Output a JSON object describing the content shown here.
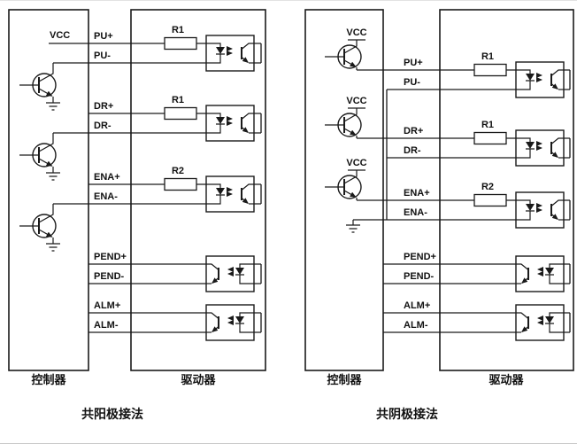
{
  "page": {
    "background": "#ffffff",
    "line_color": "#1a1a1a"
  },
  "diagrams": [
    {
      "name": "common-anode",
      "title": "共阳极接法",
      "controller_label": "控制器",
      "driver_label": "驱动器",
      "vcc_labels": [
        "VCC"
      ],
      "signals": [
        "PU+",
        "PU-",
        "DR+",
        "DR-",
        "ENA+",
        "ENA-",
        "PEND+",
        "PEND-",
        "ALM+",
        "ALM-"
      ],
      "resistors": [
        "R1",
        "R1",
        "R2"
      ]
    },
    {
      "name": "common-cathode",
      "title": "共阴极接法",
      "controller_label": "控制器",
      "driver_label": "驱动器",
      "vcc_labels": [
        "VCC",
        "VCC",
        "VCC"
      ],
      "signals": [
        "PU+",
        "PU-",
        "DR+",
        "DR-",
        "ENA+",
        "ENA-",
        "PEND+",
        "PEND-",
        "ALM+",
        "ALM-"
      ],
      "resistors": [
        "R1",
        "R1",
        "R2"
      ]
    }
  ]
}
